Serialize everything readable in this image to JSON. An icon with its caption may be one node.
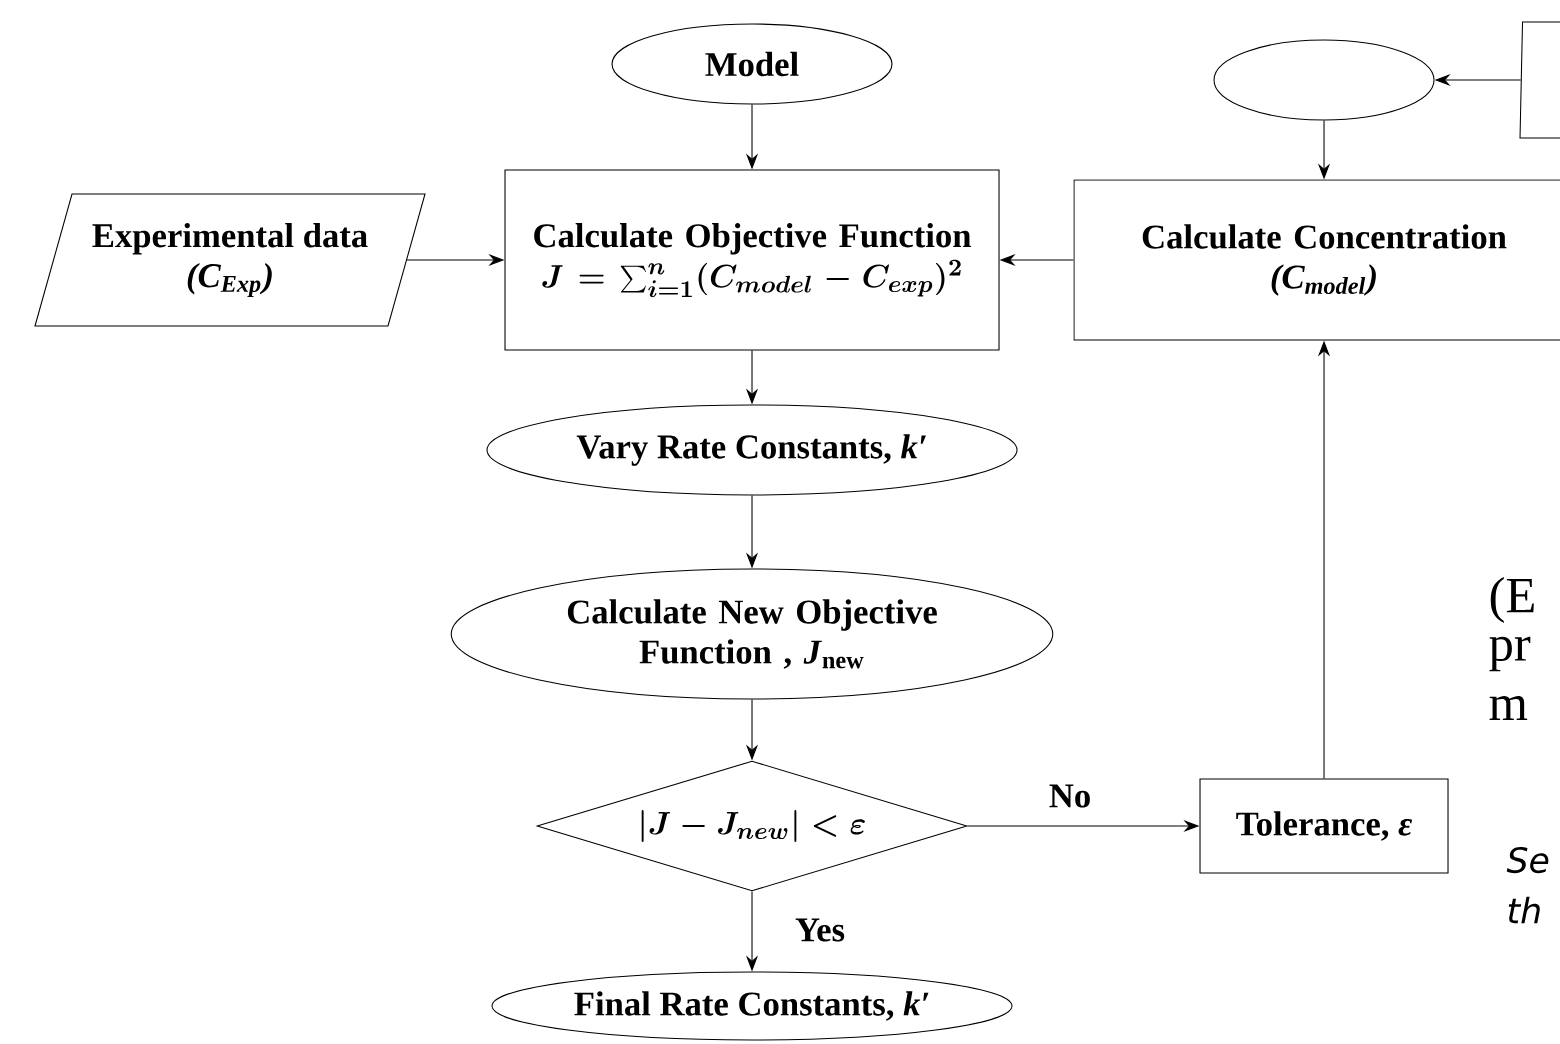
{
  "diagram": {
    "nodes": [
      {
        "text": [
          "Model"
        ]
      },
      {
        "text": [
          "Experimental data",
          "(C$_{Exp}$)"
        ]
      },
      {
        "text": [
          "Calculate Objective Function",
          "J= \\sum_{i=1}^{n}(C_{model} - C_{exp})^2"
        ]
      },
      {
        "text": [],
        "shape": "ellipse"
      },
      {
        "text": [],
        "shape": "parallelogram"
      },
      {
        "text": [
          "Calculate Concentration",
          "(C$_{model}$)"
        ]
      },
      {
        "text": [
          "Vary Rate Constants, *k′*"
        ]
      },
      {
        "text": [
          "Calculate New Objective Function , *J*$_{new}$"
        ]
      },
      {
        "text": [
          "| J - J_{new} | < \\varepsilon"
        ]
      },
      {
        "text": [
          "Tolerance, *ε*"
        ]
      },
      {
        "text": [
          "Final Rate Constants, *k′*"
        ]
      }
    ],
    "edges": [
      {
        "from": 0,
        "to": 2,
        "arrow": "to"
      },
      {
        "from": 1,
        "to": 2,
        "arrow": "to"
      },
      {
        "from": 5,
        "to": 2,
        "arrow": "to"
      },
      {
        "from": 4,
        "to": 3,
        "arrow": "to"
      },
      {
        "from": 3,
        "to": 5,
        "arrow": "to"
      },
      {
        "from": 2,
        "to": 6,
        "arrow": "to"
      },
      {
        "from": 6,
        "to": 7,
        "arrow": "to"
      },
      {
        "from": 7,
        "to": 8,
        "arrow": "to"
      },
      {
        "from": 8,
        "to": 9,
        "arrow": "to",
        "label": "No"
      },
      {
        "from": 9,
        "to": 5,
        "arrow": "to"
      },
      {
        "from": 8,
        "to": 10,
        "arrow": "to",
        "label": "Yes"
      }
    ],
    "labels": [
      "(E",
      "pr",
      "m",
      "Se",
      "th"
    ]
  }
}
